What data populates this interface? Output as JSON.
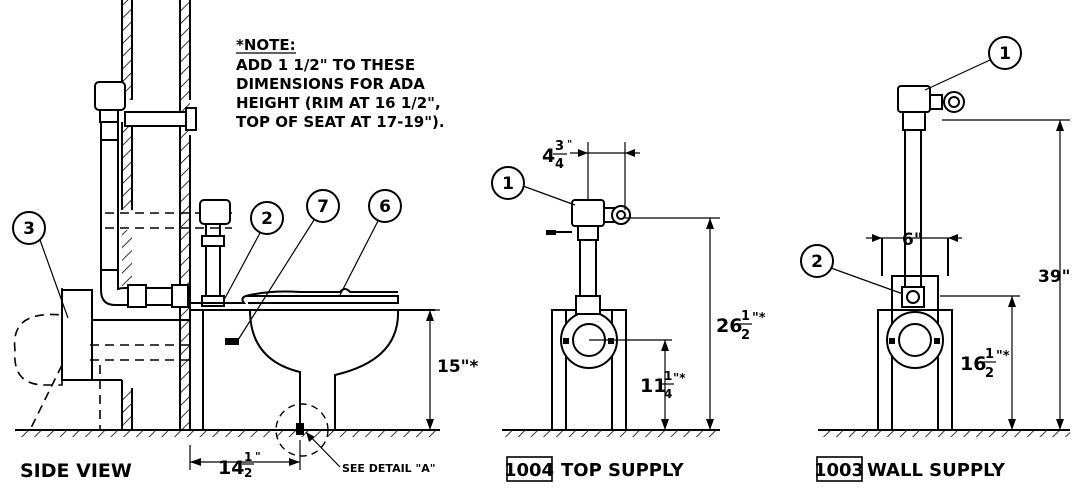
{
  "note": {
    "heading": "*NOTE:",
    "lines": [
      "ADD 1 1/2\" TO THESE",
      "DIMENSIONS FOR ADA",
      "HEIGHT (RIM AT 16 1/2\",",
      "TOP OF SEAT AT 17-19\")."
    ]
  },
  "side_view": {
    "title": "SIDE VIEW",
    "callouts": [
      "3",
      "2",
      "7",
      "6"
    ],
    "dim_height": "15\"*",
    "dim_horizontal": {
      "whole": "14",
      "num": "1",
      "den": "2",
      "unit": "\""
    },
    "detail_label": "SEE DETAIL \"A\""
  },
  "top_supply": {
    "model": "1004",
    "title": "TOP SUPPLY",
    "callouts": [
      "1"
    ],
    "dim_offset": {
      "whole": "4",
      "num": "3",
      "den": "4",
      "unit": "\""
    },
    "dim_supply_height": {
      "whole": "26",
      "num": "1",
      "den": "2",
      "unit": "\"*"
    },
    "dim_outlet_height": {
      "whole": "11",
      "num": "1",
      "den": "4",
      "unit": "\"*"
    }
  },
  "wall_supply": {
    "model": "1003",
    "title": "WALL SUPPLY",
    "callouts": [
      "1",
      "2"
    ],
    "dim_width": "6\"",
    "dim_total_height": "39\"",
    "dim_outlet_height": {
      "whole": "16",
      "num": "1",
      "den": "2",
      "unit": "\"*"
    }
  }
}
